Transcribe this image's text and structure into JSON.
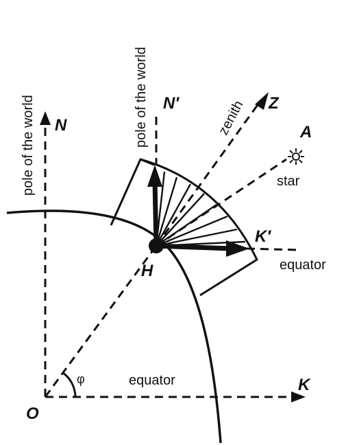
{
  "labels": {
    "N": "N",
    "N_prime": "N′",
    "Z": "Z",
    "A": "A",
    "H": "H",
    "K_prime": "K′",
    "O": "O",
    "K": "K",
    "phi": "φ",
    "pole_left": "pole of the world",
    "pole_right": "pole of the world",
    "zenith": "zenith",
    "star": "star",
    "equator_top": "equator",
    "equator_bottom": "equator"
  },
  "colors": {
    "ink": "#111111",
    "background": "#ffffff"
  },
  "icons": {
    "star": "star-sun-icon"
  }
}
